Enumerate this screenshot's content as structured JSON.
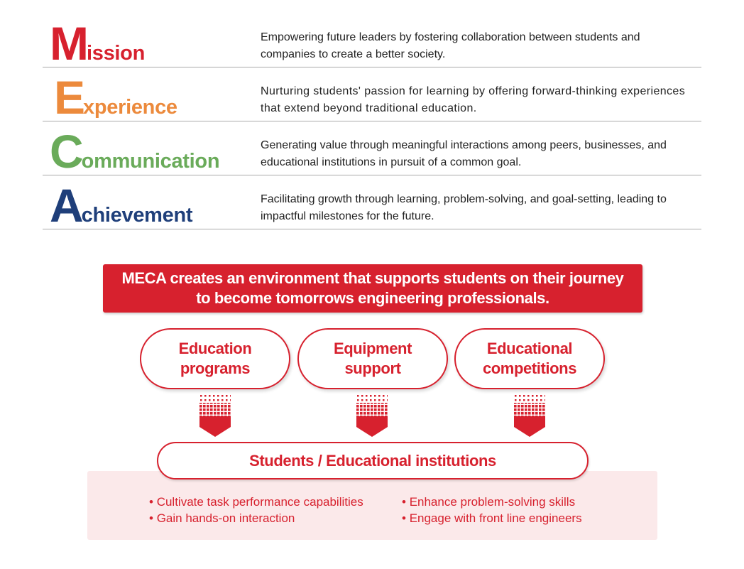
{
  "values": [
    {
      "letter": "M",
      "rest": "ission",
      "color": "#d7212e",
      "description": "Empowering future leaders by fostering collaboration between students and companies to create a better society."
    },
    {
      "letter": "E",
      "rest": "xperience",
      "color": "#ec8a3c",
      "description": "Nurturing students' passion for learning by offering forward-thinking experiences that extend beyond traditional education."
    },
    {
      "letter": "C",
      "rest": "ommunication",
      "color": "#6aab5a",
      "description": "Generating value through meaningful interactions among peers, businesses, and educational institutions in pursuit of a common goal."
    },
    {
      "letter": "A",
      "rest": "chievement",
      "color": "#1f3f7a",
      "description": "Facilitating growth through learning, problem-solving, and goal-setting, leading to impactful milestones for the future."
    }
  ],
  "banner": {
    "line1": "MECA creates an environment that supports students on their journey",
    "line2": "to become tomorrows engineering professionals."
  },
  "pillars": [
    {
      "line1": "Education",
      "line2": "programs"
    },
    {
      "line1": "Equipment",
      "line2": "support"
    },
    {
      "line1": "Educational",
      "line2": "competitions"
    }
  ],
  "target": "Students / Educational institutions",
  "benefits": [
    "Cultivate task performance capabilities",
    "Gain hands-on interaction",
    "Enhance problem-solving skills",
    "Engage with front line engineers"
  ],
  "accent": "#d7212e"
}
